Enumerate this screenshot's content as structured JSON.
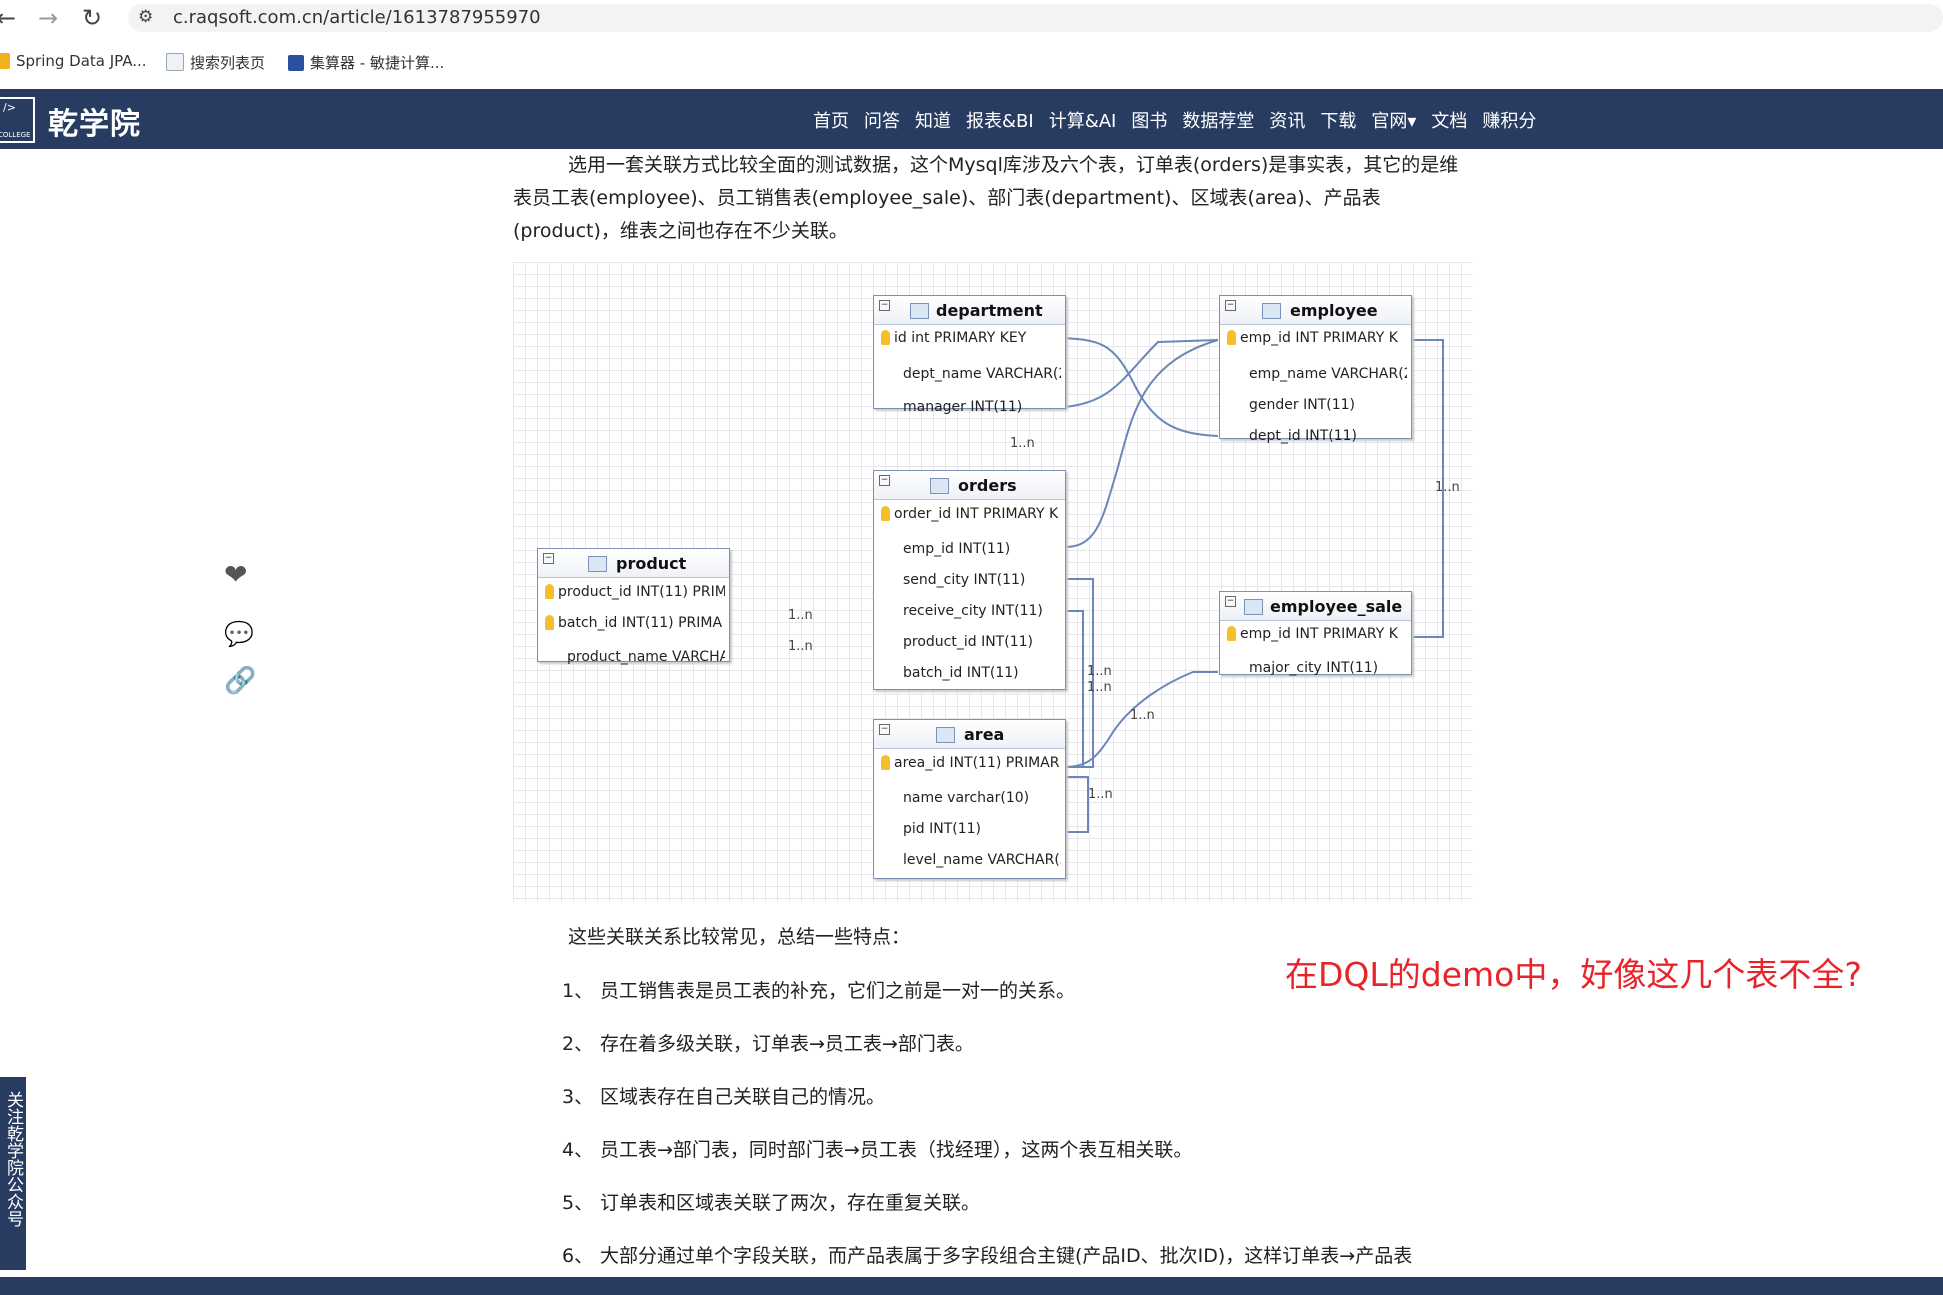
{
  "browser": {
    "url": "c.raqsoft.com.cn/article/1613787955970",
    "bookmarks": [
      {
        "label": "Spring Data JPA..."
      },
      {
        "label": "搜索列表页"
      },
      {
        "label": "集算器 - 敏捷计算..."
      }
    ]
  },
  "site": {
    "logo_text": "乾学院",
    "logo_badge": "COLLEGE",
    "menu": [
      "首页",
      "问答",
      "知道",
      "报表&BI",
      "计算&AI",
      "图书",
      "数据荐堂",
      "资讯",
      "下载",
      "官网▾",
      "文档",
      "赚积分"
    ]
  },
  "article": {
    "intro": "选用一套关联方式比较全面的测试数据，这个Mysql库涉及六个表，订单表(orders)是事实表，其它的是维表员工表(employee)、员工销售表(employee_sale)、部门表(department)、区域表(area)、产品表(product)，维表之间也存在不少关联。",
    "summary": "这些关联关系比较常见，总结一些特点：",
    "points": [
      {
        "num": "1、",
        "text": "员工销售表是员工表的补充，它们之前是一对一的关系。"
      },
      {
        "num": "2、",
        "text": "存在着多级关联，订单表→员工表→部门表。"
      },
      {
        "num": "3、",
        "text": "区域表存在自己关联自己的情况。"
      },
      {
        "num": "4、",
        "text": "员工表→部门表，同时部门表→员工表（找经理），这两个表互相关联。"
      },
      {
        "num": "5、",
        "text": "订单表和区域表关联了两次，存在重复关联。"
      },
      {
        "num": "6、",
        "text": "大部分通过单个字段关联，而产品表属于多字段组合主键(产品ID、批次ID)，这样订单表→产品表"
      }
    ],
    "annotation": "在DQL的demo中，好像这几个表不全?"
  },
  "diagram": {
    "tables": {
      "department": {
        "name": "department",
        "fields": [
          "id int PRIMARY KEY",
          "dept_name VARCHAR(2(",
          "manager INT(11)"
        ]
      },
      "employee": {
        "name": "employee",
        "fields": [
          "emp_id INT PRIMARY K",
          "emp_name VARCHAR(2(",
          "gender INT(11)",
          "dept_id INT(11)"
        ]
      },
      "orders": {
        "name": "orders",
        "fields": [
          "order_id INT PRIMARY K",
          "emp_id INT(11)",
          "send_city INT(11)",
          "receive_city INT(11)",
          "product_id INT(11)",
          "batch_id INT(11)"
        ]
      },
      "product": {
        "name": "product",
        "fields": [
          "product_id INT(11) PRIM",
          "batch_id INT(11) PRIMA",
          "product_name VARCHAR"
        ]
      },
      "employee_sale": {
        "name": "employee_sale",
        "fields": [
          "emp_id INT PRIMARY K",
          "major_city INT(11)"
        ]
      },
      "area": {
        "name": "area",
        "fields": [
          "area_id INT(11) PRIMAR",
          "name varchar(10)",
          "pid INT(11)",
          "level_name VARCHAR(2("
        ]
      }
    },
    "cardinality": "1..n"
  },
  "sidebar": {
    "like_icon": "heart-icon",
    "wechat_icon": "wechat-icon",
    "link_icon": "link-icon",
    "follow_label": "关注乾学院公众号"
  }
}
